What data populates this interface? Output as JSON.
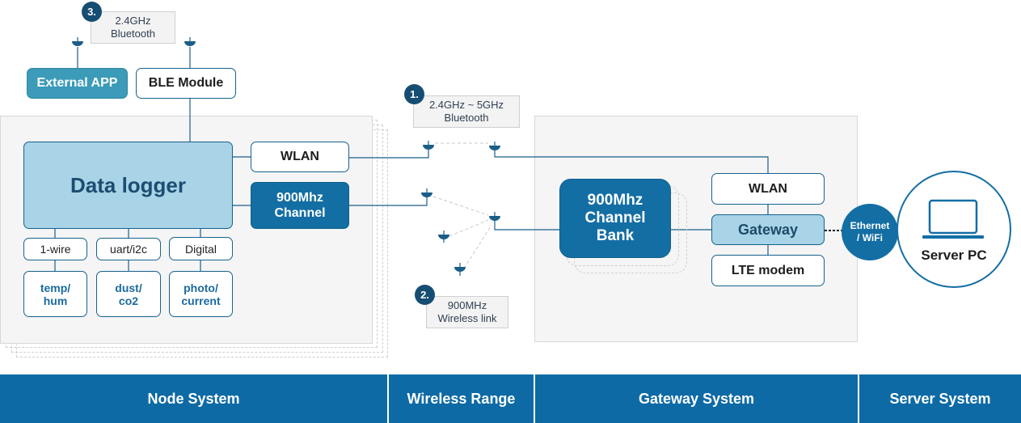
{
  "labels": {
    "data_logger": "Data logger",
    "external_app": "External APP",
    "ble_module": "BLE Module",
    "wlan": "WLAN",
    "channel_900": "900Mhz\nChannel",
    "wire_1": "1-wire",
    "uart": "uart/i2c",
    "digital": "Digital",
    "temp": "temp/\nhum",
    "dust": "dust/\nco2",
    "photo": "photo/\ncurrent",
    "channel_bank": "900Mhz\nChannel\nBank",
    "gw_wlan": "WLAN",
    "gateway": "Gateway",
    "lte": "LTE modem",
    "ethernet": "Ethernet\n/ WiFi",
    "server_pc": "Server PC"
  },
  "notes": {
    "n1": {
      "badge": "1.",
      "line1": "2.4GHz ~ 5GHz",
      "line2": "Bluetooth"
    },
    "n2": {
      "badge": "2.",
      "line1": "900MHz",
      "line2": "Wireless link"
    },
    "n3": {
      "badge": "3.",
      "line1": "2.4GHz",
      "line2": "Bluetooth"
    }
  },
  "footer": {
    "node": "Node System",
    "wireless": "Wireless Range",
    "gateway": "Gateway System",
    "server": "Server System"
  },
  "colors": {
    "primary": "#136ea4",
    "navy": "#164d73",
    "teal": "#3b9bb9",
    "light_blue": "#a9d3e6",
    "footer": "#0d6aa5"
  }
}
